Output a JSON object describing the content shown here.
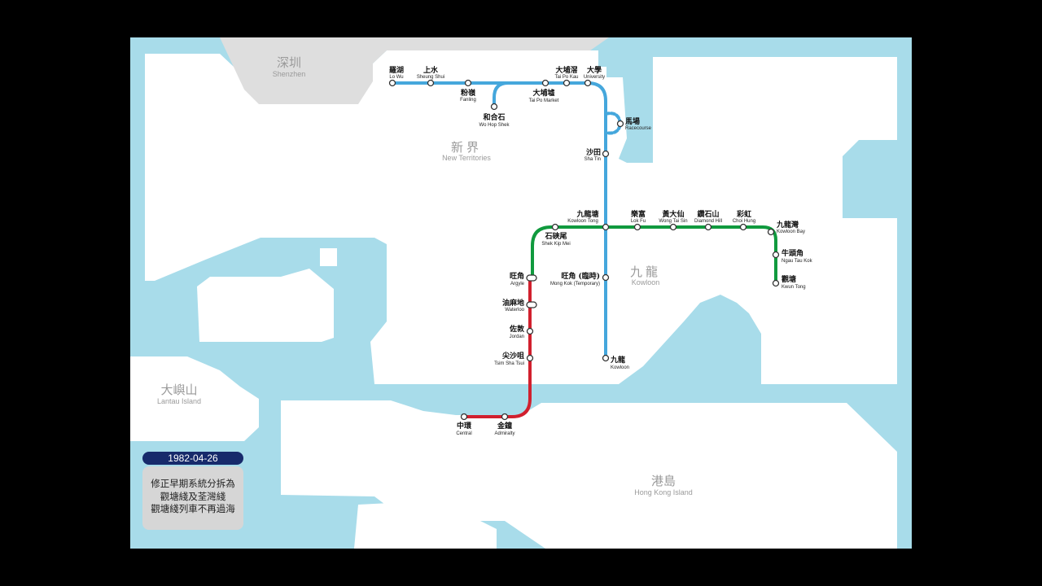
{
  "colors": {
    "water": "#a8dcea",
    "land": "#ffffff",
    "shenzhen_land": "#dedede",
    "east_rail": "#45a7dc",
    "kwun_tong_line": "#109a3e",
    "tsuen_wan_line": "#d1202e",
    "badge": "#172a6b",
    "note_box": "#d6d6d6"
  },
  "regions": {
    "shenzhen": {
      "zh": "深圳",
      "en": "Shenzhen"
    },
    "new_territories": {
      "zh": "新界",
      "en": "New Territories"
    },
    "kowloon": {
      "zh": "九龍",
      "en": "Kowloon"
    },
    "lantau": {
      "zh": "大嶼山",
      "en": "Lantau Island"
    },
    "hong_kong_island": {
      "zh": "港島",
      "en": "Hong Kong Island"
    }
  },
  "stations": {
    "lo_wu": {
      "zh": "羅湖",
      "en": "Lo Wu"
    },
    "sheung_shui": {
      "zh": "上水",
      "en": "Sheung Shui"
    },
    "fanling": {
      "zh": "粉嶺",
      "en": "Fanling"
    },
    "wo_hop_shek": {
      "zh": "和合石",
      "en": "Wo Hop Shek"
    },
    "tai_po_market": {
      "zh": "大埔墟",
      "en": "Tai Po Market"
    },
    "tai_po_kau": {
      "zh": "大埔滘",
      "en": "Tai Po Kau"
    },
    "university": {
      "zh": "大學",
      "en": "University"
    },
    "racecourse": {
      "zh": "馬場",
      "en": "Racecourse"
    },
    "sha_tin": {
      "zh": "沙田",
      "en": "Sha Tin"
    },
    "kowloon_tong": {
      "zh": "九龍塘",
      "en": "Kowloon Tong"
    },
    "mong_kok_temp": {
      "zh": "旺角 (臨時)",
      "en": "Mong Kok (Temporary)"
    },
    "kowloon": {
      "zh": "九龍",
      "en": "Kowloon"
    },
    "shek_kip_mei": {
      "zh": "石硤尾",
      "en": "Shek Kip Mei"
    },
    "lok_fu": {
      "zh": "樂富",
      "en": "Lok Fu"
    },
    "wong_tai_sin": {
      "zh": "黃大仙",
      "en": "Wong Tai Sin"
    },
    "diamond_hill": {
      "zh": "鑽石山",
      "en": "Diamond Hill"
    },
    "choi_hung": {
      "zh": "彩虹",
      "en": "Choi Hung"
    },
    "kowloon_bay": {
      "zh": "九龍灣",
      "en": "Kowloon Bay"
    },
    "ngau_tau_kok": {
      "zh": "牛頭角",
      "en": "Ngau Tau Kok"
    },
    "kwun_tong": {
      "zh": "觀塘",
      "en": "Kwun Tong"
    },
    "argyle": {
      "zh": "旺角",
      "en": "Argyle"
    },
    "waterloo": {
      "zh": "油麻地",
      "en": "Waterloo"
    },
    "jordan": {
      "zh": "佐敦",
      "en": "Jordan"
    },
    "tsim_sha_tsui": {
      "zh": "尖沙咀",
      "en": "Tsim Sha Tsui"
    },
    "admiralty": {
      "zh": "金鐘",
      "en": "Admiralty"
    },
    "central": {
      "zh": "中環",
      "en": "Central"
    }
  },
  "info": {
    "date": "1982-04-26",
    "note_lines": [
      "修正早期系統分拆為",
      "觀塘綫及荃灣綫",
      "觀塘綫列車不再過海"
    ]
  }
}
